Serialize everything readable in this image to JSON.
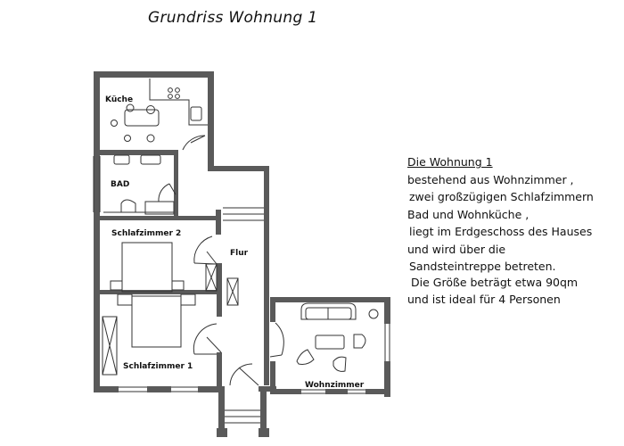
{
  "title": "Grundriss Wohnung 1",
  "rooms": {
    "kitchen": "Küche",
    "bath": "BAD",
    "bedroom2": "Schlafzimmer 2",
    "hall": "Flur",
    "bedroom1": "Schlafzimmer 1",
    "living": "Wohnzimmer"
  },
  "description": {
    "heading": "Die Wohnung 1",
    "lines": [
      "bestehend aus Wohnzimmer ,",
      "zwei großzügigen Schlafzimmern",
      "Bad und Wohnküche ,",
      "liegt im Erdgeschoss des Hauses",
      "und wird über die",
      "Sandsteintreppe betreten."
    ]
  },
  "size": {
    "line1": "Die Größe beträgt etwa 90qm",
    "line2": "und ist ideal für 4 Personen"
  },
  "colors": {
    "wall": "#5a5a5a",
    "line": "#333333",
    "background": "#ffffff"
  }
}
